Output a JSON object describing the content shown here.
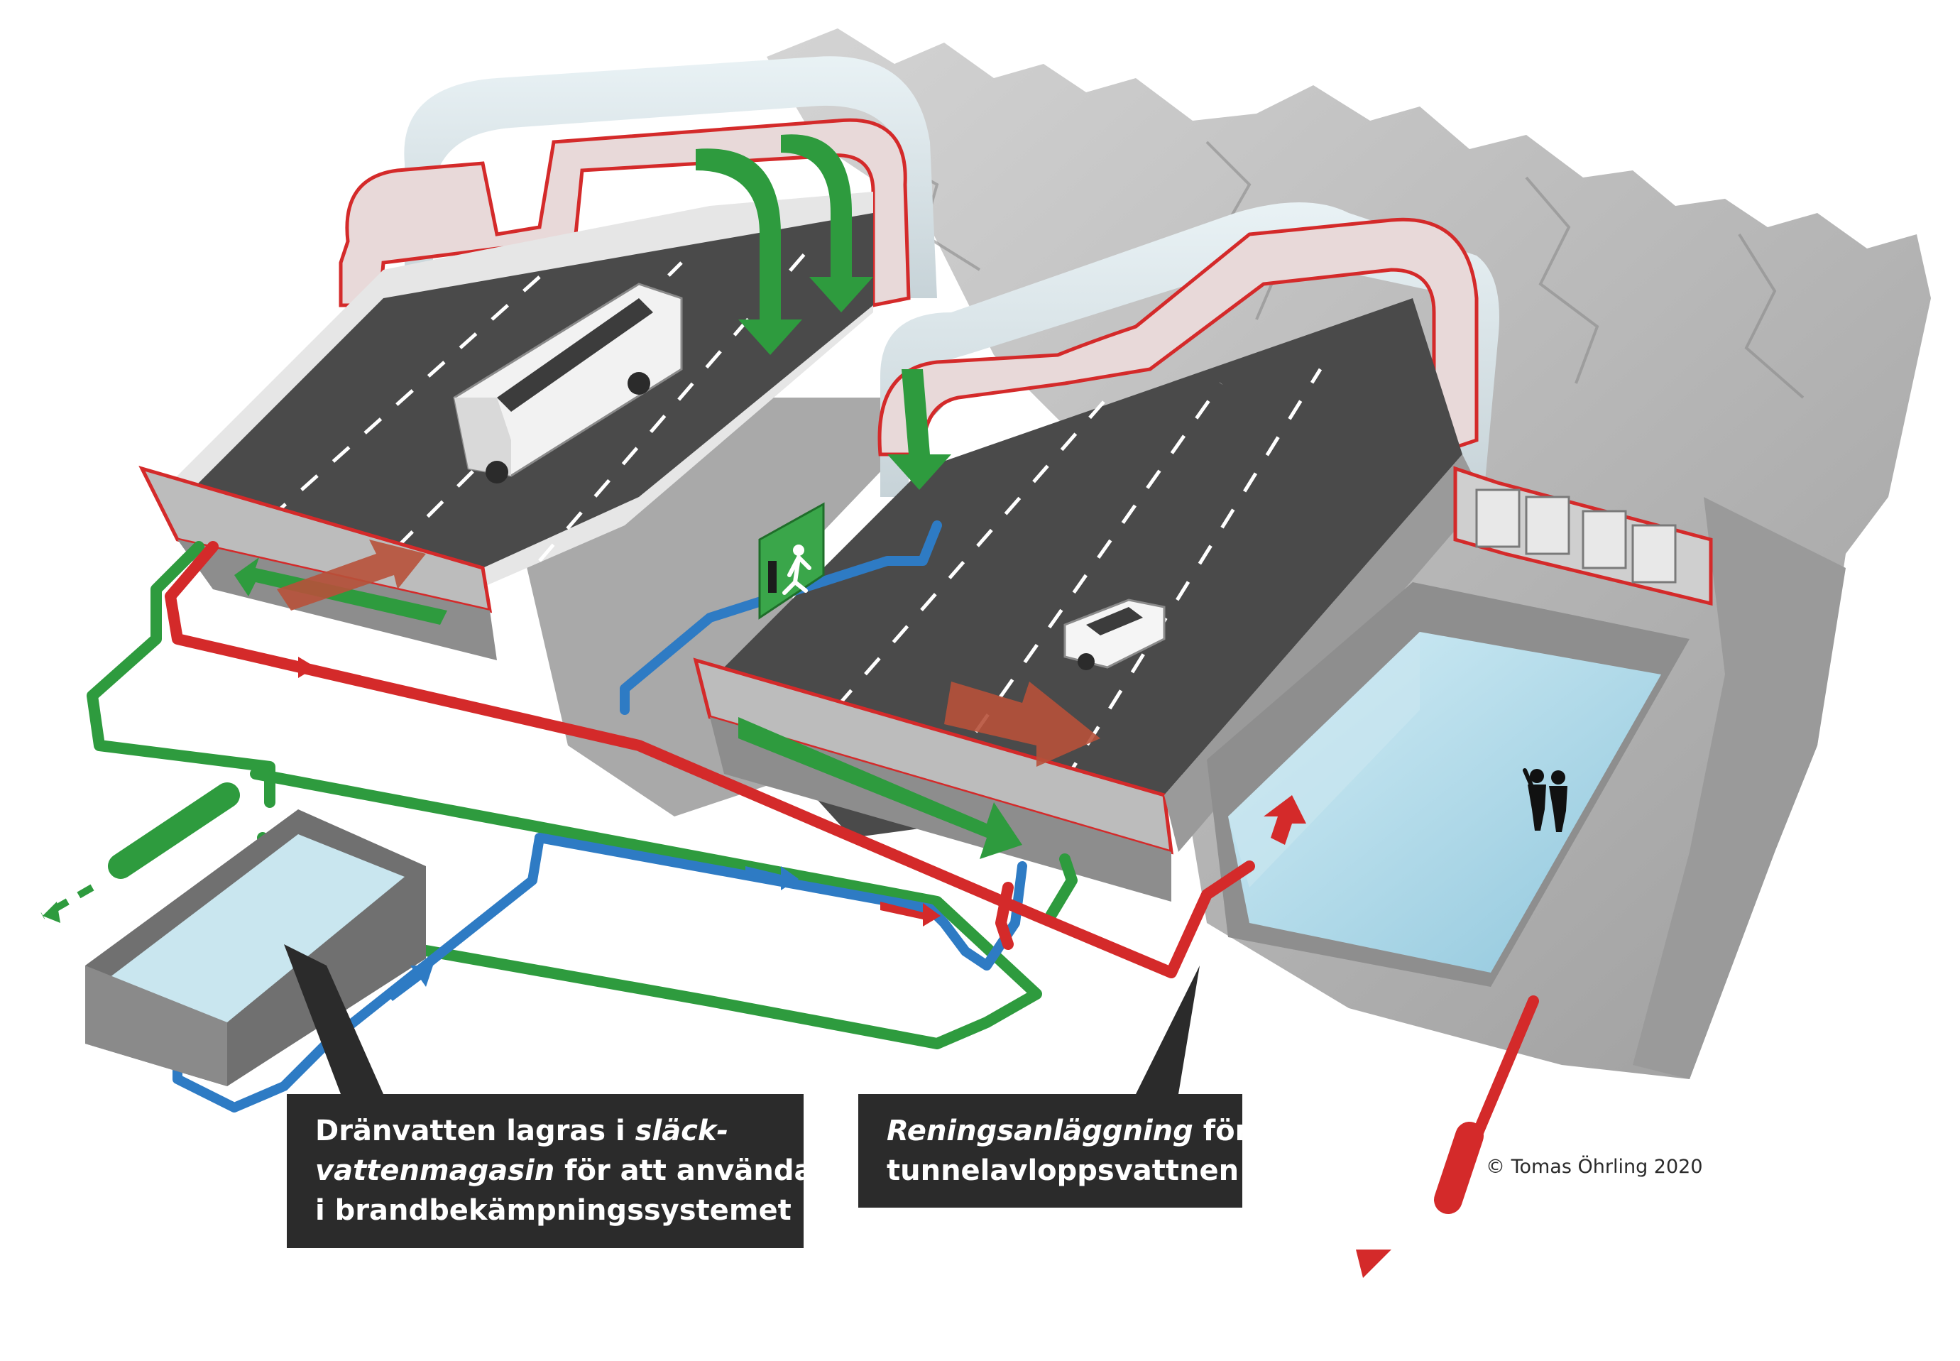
{
  "callouts": {
    "left": {
      "line1_plain": "Dränvatten lagras i ",
      "line1_italic": "släck-",
      "line2_italic": "vattenmagasin",
      "line2_plain": " för att användas",
      "line3": "i brandbekämpningssystemet"
    },
    "right": {
      "line1_italic": "Reningsanläggning",
      "line1_plain": " för",
      "line2": "tunnelavloppsvattnen"
    }
  },
  "credit": "© Tomas Öhrling 2020",
  "colors": {
    "drain_pipe": "#2e9b3e",
    "clean_water_pipe": "#2e7bc4",
    "wastewater_pipe": "#d42a2a",
    "rock": "#b9b9b9",
    "road": "#4a4a4a",
    "callout_bg": "#2b2b2b",
    "water": "#b9dfea"
  },
  "icons": [
    "emergency-exit-sign-icon",
    "bus-icon",
    "car-icon",
    "people-silhouette-icon"
  ]
}
